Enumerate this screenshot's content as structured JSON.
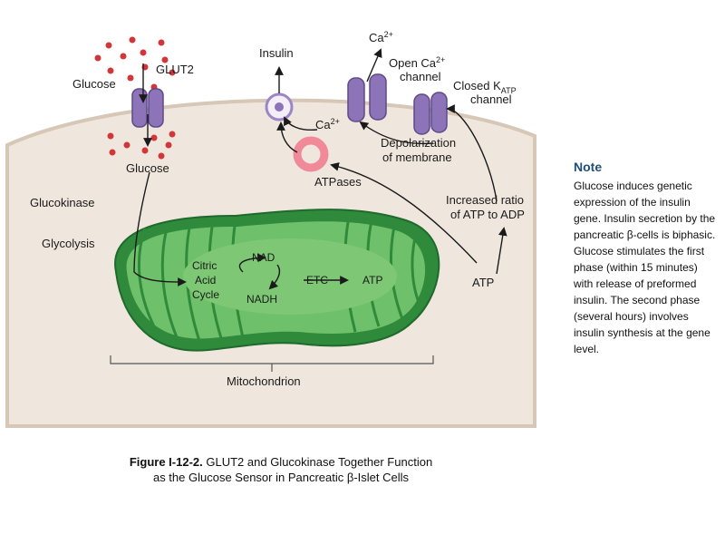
{
  "diagram": {
    "labels": {
      "glucose_outside": "Glucose",
      "glut2": "GLUT2",
      "glucose_inside": "Glucose",
      "glucokinase": "Glucokinase",
      "glycolysis": "Glycolysis",
      "insulin": "Insulin",
      "ca_top": "Ca",
      "ca_top_sup": "2+",
      "open_ca_line1": "Open Ca",
      "open_ca_line1_sup": "2+",
      "open_ca_line2": "channel",
      "closed_katp_line1": "Closed K",
      "closed_katp_line1_sub": "ATP",
      "closed_katp_line2": "channel",
      "ca_inside": "Ca",
      "ca_inside_sup": "2+",
      "depol_line1": "Depolarization",
      "depol_line2": "of membrane",
      "atpases": "ATPases",
      "increased_line1": "Increased ratio",
      "increased_line2": "of ATP to ADP",
      "citric_line1": "Citric",
      "citric_line2": "Acid",
      "citric_line3": "Cycle",
      "nad": "NAD",
      "nadh": "NADH",
      "etc": "ETC",
      "atp_inner": "ATP",
      "atp_outer": "ATP",
      "mitochondrion": "Mitochondrion"
    },
    "colors": {
      "cell": "#efe7de",
      "membrane": "#d9c9b8",
      "channel": "#8d73b8",
      "mito_outer": "#3f9a4c",
      "mito_inner": "#6cbf6a",
      "atpase": "#f08a98",
      "glucose_dot": "#d2353a",
      "note_title": "#1f4e79"
    }
  },
  "note": {
    "title": "Note",
    "body": "Glucose induces genetic expression of the insulin gene. Insulin secretion by the pancreatic β-cells is biphasic. Glucose stimulates the first phase (within 15 minutes) with release of preformed insulin. The second phase (several hours) involves insulin synthesis at the gene level."
  },
  "caption": {
    "bold": "Figure I-12-2.",
    "line1": "GLUT2 and Glucokinase Together Function",
    "line2": "as the Glucose Sensor in Pancreatic β-Islet Cells"
  }
}
